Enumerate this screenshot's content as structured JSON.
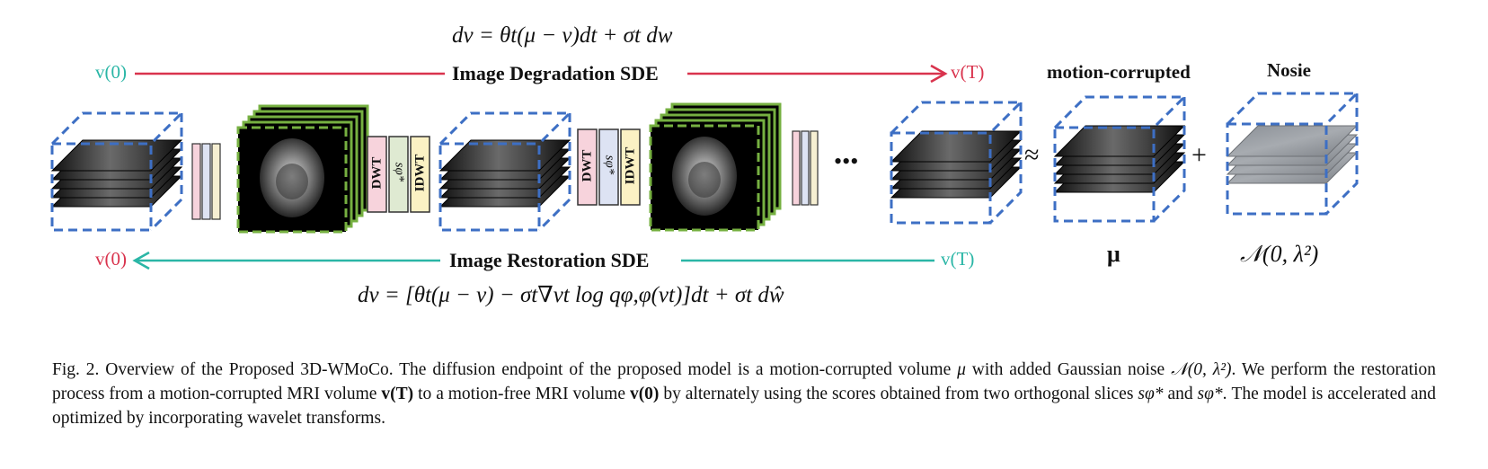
{
  "equations": {
    "forward": "dv = θt(μ − v)dt + σt dw",
    "reverse": "dv = [θt(μ − v) − σt∇vt log qφ,φ(vt)]dt + σt dŵ"
  },
  "arrows": {
    "degradation_label": "Image Degradation SDE",
    "restoration_label": "Image Restoration SDE",
    "v0": "v(0)",
    "vT": "v(T)"
  },
  "blocks": {
    "dwt": "DWT",
    "idwt": "IDWT",
    "score_a": "sφ*",
    "score_b": "sφ*",
    "ellipsis": "•••",
    "approx": "≈",
    "plus": "+"
  },
  "endpoint": {
    "motion_label": "motion-corrupted",
    "noise_label": "Nosie",
    "mu": "μ",
    "noise_dist": "𝒩(0, λ²)"
  },
  "caption": {
    "fig": "Fig. 2.",
    "text1": "Overview of the Proposed 3D-WMoCo. The diffusion endpoint of the proposed model is a motion-corrupted volume",
    "mu": "μ",
    "text2": "with added Gaussian noise",
    "noise": "𝒩(0, λ²)",
    "text3": ". We perform the restoration process from a motion-corrupted MRI volume",
    "vT": "v(T)",
    "text4": "to a motion-free MRI volume",
    "v0": "v(0)",
    "text5": "by alternately using the scores obtained from two orthogonal slices",
    "s1": "sφ*",
    "and": "and",
    "s2": "sφ*",
    "text6": ". The model is accelerated and optimized by incorporating wavelet transforms."
  },
  "colors": {
    "red_arrow": "#d9334d",
    "teal_arrow": "#2ab6a6",
    "cube_blue": "#3d6fc4",
    "frame_green": "#76b041",
    "dwt_fill": "#f7d3dc",
    "score_fill": "#dfead2",
    "idwt_fill": "#fbf1c4",
    "bar_blue_fill": "#dde3f3"
  }
}
